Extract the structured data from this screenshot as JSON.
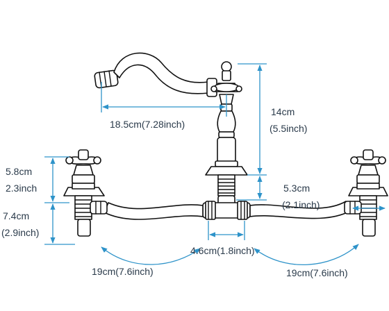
{
  "diagram": {
    "dimension_color": "#2e93c9",
    "line_color": "#111111",
    "labels": {
      "spout_reach": "18.5cm(7.28inch)",
      "spout_height_cm": "14cm",
      "spout_height_in": "(5.5inch)",
      "handle_height_cm": "5.8cm",
      "handle_height_in": "2.3inch",
      "valve_height_cm": "7.4cm",
      "valve_height_in": "(2.9inch)",
      "shank_length_cm": "5.3cm",
      "shank_length_in": "(2.1inch)",
      "tee_width": "4.6cm(1.8inch)",
      "left_hose": "19cm(7.6inch)",
      "right_hose": "19cm(7.6inch)"
    }
  }
}
